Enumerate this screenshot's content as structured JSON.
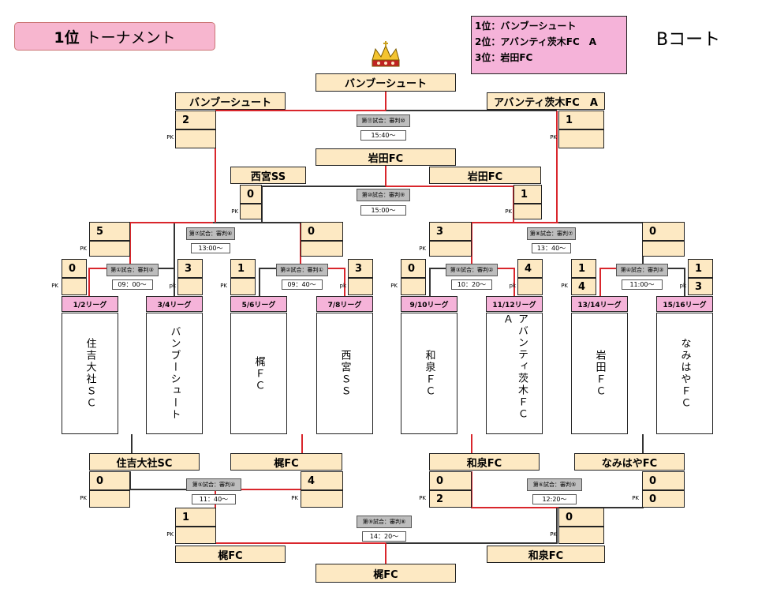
{
  "header": {
    "title_rank": "1位",
    "title_text": "トーナメント",
    "results": [
      "1位：バンブーシュート",
      "2位：アバンティ茨木FC　A",
      "3位：岩田FC"
    ],
    "court": "Bコート",
    "crown_icon": "crown-icon"
  },
  "leagues": [
    "1/2リーグ",
    "3/4リーグ",
    "5/6リーグ",
    "7/8リーグ",
    "9/10リーグ",
    "11/12リーグ",
    "13/14リーグ",
    "15/16リーグ"
  ],
  "teams": [
    "住吉大社ＳＣ",
    "バンブーシュート",
    "梶ＦＣ",
    "西宮ＳＳ",
    "和泉ＦＣ",
    "アバンティ茨木ＦＣ　Ａ",
    "岩田ＦＣ",
    "なみはやＦＣ"
  ],
  "round1": [
    {
      "label": "第①試合：審判③",
      "time": "09：00～",
      "left": "0",
      "right": "3",
      "left_pk": "",
      "right_pk": ""
    },
    {
      "label": "第②試合：審判①",
      "time": "09：40～",
      "left": "1",
      "right": "3",
      "left_pk": "",
      "right_pk": ""
    },
    {
      "label": "第③試合：審判②",
      "time": "10：20～",
      "left": "0",
      "right": "4",
      "left_pk": "",
      "right_pk": ""
    },
    {
      "label": "第④試合：審判③",
      "time": "11:00～",
      "left": "1",
      "right": "1",
      "left_pk": "4",
      "right_pk": "3"
    }
  ],
  "round2": [
    {
      "label": "第⑦試合：審判⑥",
      "time": "13:00～",
      "left": "5",
      "right": "0",
      "left_pk": "",
      "right_pk": ""
    },
    {
      "label": "第⑧試合：審判⑦",
      "time": "13：40～",
      "left": "3",
      "right": "0",
      "left_pk": "",
      "right_pk": ""
    }
  ],
  "third_place": {
    "label": "第⑩試合：審判⑨",
    "time": "15:00～",
    "left_team": "西宮SS",
    "right_team": "岩田FC",
    "left": "0",
    "right": "1",
    "winner": "岩田FC"
  },
  "final": {
    "label": "第⑪試合：審判⑩",
    "time": "15:40～",
    "left_team": "バンブーシュート",
    "right_team": "アバンティ茨木FC　A",
    "left": "2",
    "right": "1",
    "winner": "バンブーシュート"
  },
  "consolation": {
    "teams": [
      "住吉大社SC",
      "梶FC",
      "和泉FC",
      "なみはやFC"
    ],
    "m5": {
      "label": "第⑤試合：審判④",
      "time": "11：40～",
      "left": "0",
      "right": "4",
      "left_pk": "",
      "right_pk": ""
    },
    "m6": {
      "label": "第⑥試合：審判⑤",
      "time": "12:20～",
      "left": "0",
      "right": "0",
      "left_pk": "2",
      "right_pk": "0"
    },
    "m9": {
      "label": "第⑨試合：審判⑧",
      "time": "14：20～",
      "left": "1",
      "right": "0",
      "left_pk": "",
      "right_pk": ""
    },
    "m9_left_team": "梶FC",
    "m9_right_team": "和泉FC",
    "winner": "梶FC"
  },
  "pk_label": "PK",
  "pk_label_small": "pk",
  "colors": {
    "line_red": "#d9262c",
    "line_black": "#333333",
    "box": "#fde9c3",
    "pink": "#f5b3d9",
    "title_pink": "#f7b6cf",
    "gray": "#bdbdbd"
  }
}
